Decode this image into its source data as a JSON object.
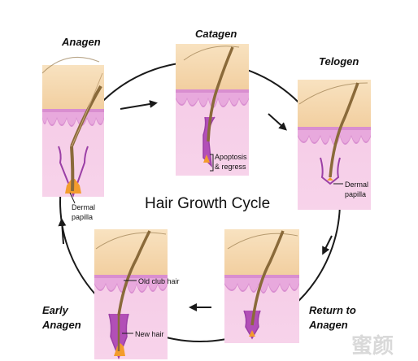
{
  "title": "Hair Growth Cycle",
  "stages": {
    "anagen": "Anagen",
    "catagen": "Catagen",
    "telogen": "Telogen",
    "return_1": "Return to",
    "return_2": "Anagen",
    "early_1": "Early",
    "early_2": "Anagen"
  },
  "annotations": {
    "dermal_papilla_1": "Dermal",
    "dermal_papilla_2": "papilla",
    "apoptosis_1": "Apoptosis",
    "apoptosis_2": "& regress",
    "telogen_papilla_1": "Dermal",
    "telogen_papilla_2": "papilla",
    "old_club_hair": "Old club hair",
    "new_hair": "New hair"
  },
  "watermark": "蜜颜",
  "colors": {
    "skin_top": "#f6d9b0",
    "dermis": "#f3bfe0",
    "epidermis": "#d98ed0",
    "follicle": "#9b3fa6",
    "hair": "#8a6a3a",
    "bulb": "#f39c2d",
    "arrow": "#1a1a1a"
  }
}
